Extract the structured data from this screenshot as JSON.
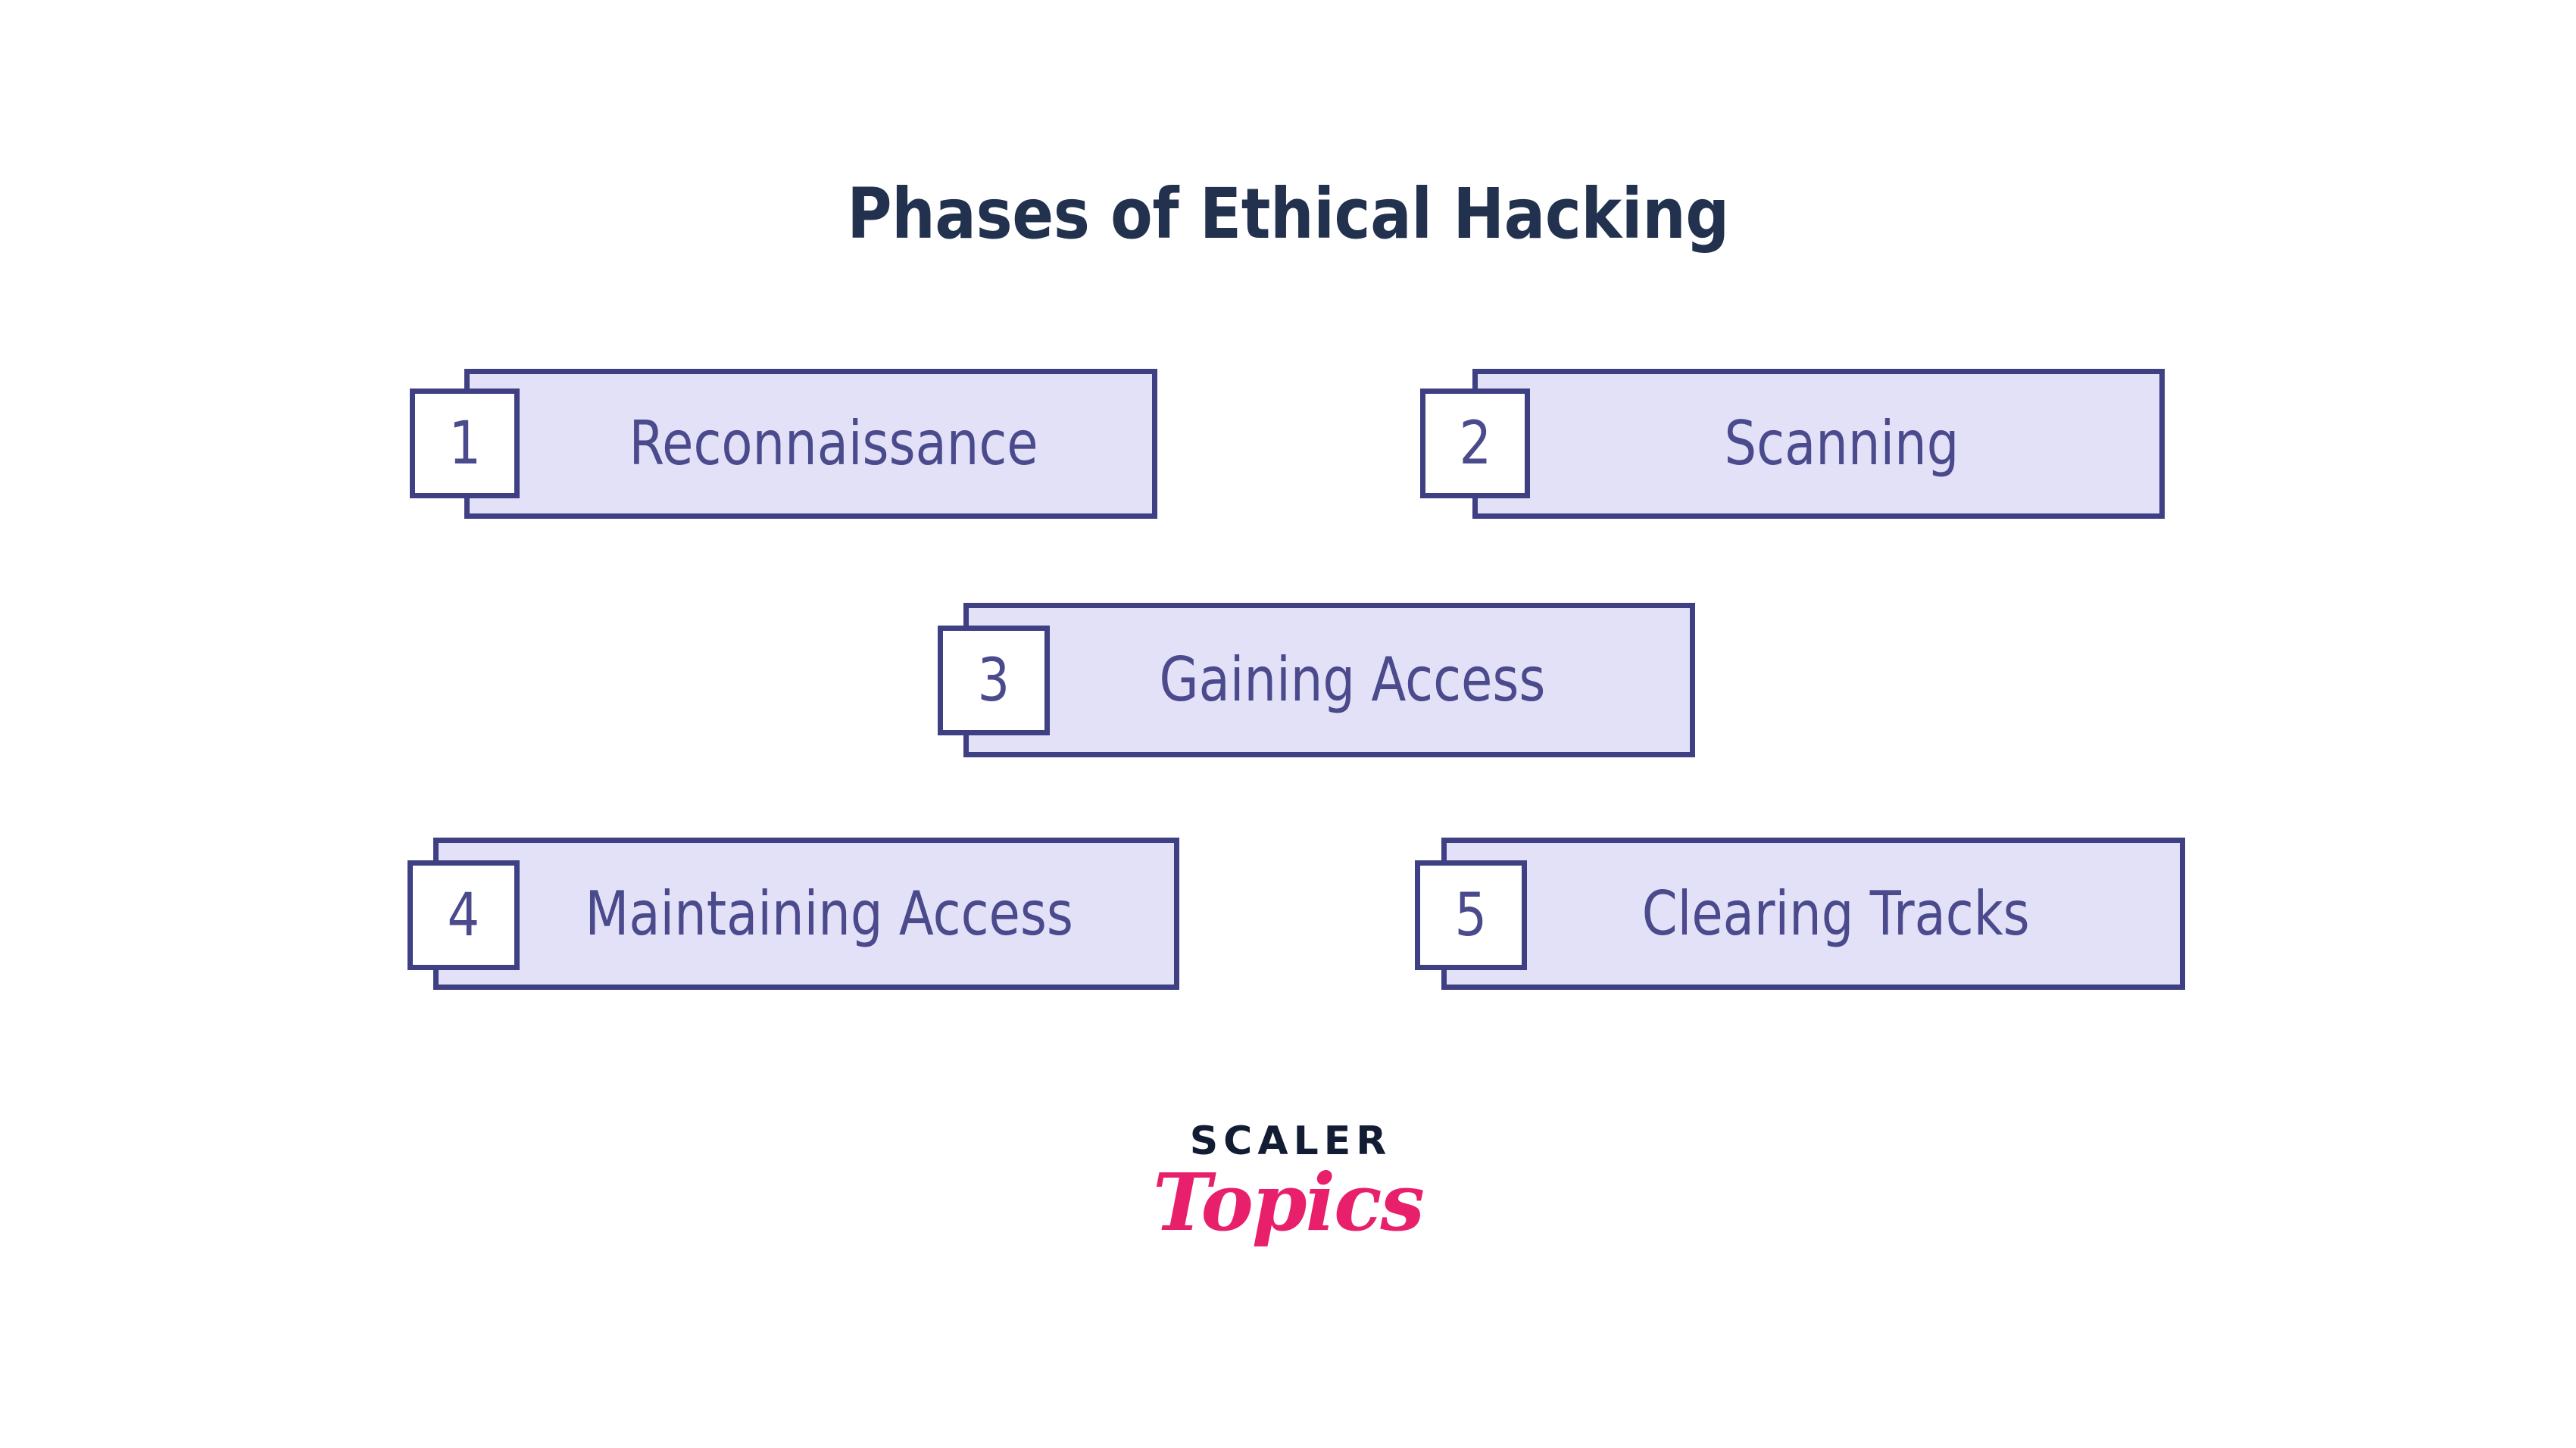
{
  "page": {
    "title": "Phases of Ethical Hacking",
    "background_color": "#ffffff"
  },
  "theme": {
    "title_color": "#22324e",
    "box_fill": "#e3e1f8",
    "box_border": "#3f3f83",
    "label_color": "#4a4a8c",
    "badge_fill": "#ffffff",
    "logo_dark": "#121c32",
    "logo_pink": "#e8206c"
  },
  "diagram": {
    "type": "numbered-stage-list",
    "phases": [
      {
        "number": "1",
        "label": "Reconnaissance",
        "row": 1,
        "column": "left"
      },
      {
        "number": "2",
        "label": "Scanning",
        "row": 1,
        "column": "right"
      },
      {
        "number": "3",
        "label": "Gaining Access",
        "row": 2,
        "column": "center"
      },
      {
        "number": "4",
        "label": "Maintaining Access",
        "row": 3,
        "column": "left"
      },
      {
        "number": "5",
        "label": "Clearing Tracks",
        "row": 3,
        "column": "right"
      }
    ]
  },
  "logo": {
    "wordmark": "SCALER",
    "script": "Topics"
  }
}
